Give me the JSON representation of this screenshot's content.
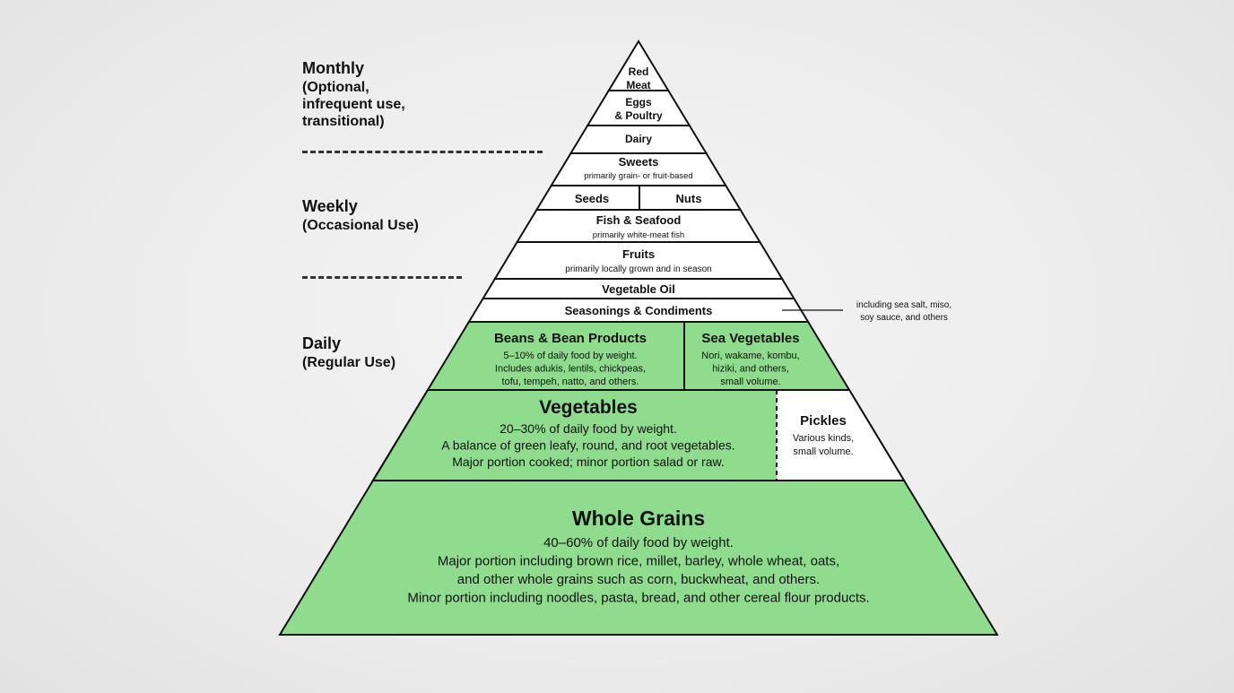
{
  "frequency_labels": {
    "monthly": {
      "title": "Monthly",
      "sub": "(Optional,\ninfrequent use,\ntransitional)"
    },
    "weekly": {
      "title": "Weekly",
      "sub": "(Occasional Use)"
    },
    "daily": {
      "title": "Daily",
      "sub": "(Regular Use)"
    }
  },
  "colors": {
    "green": "#8fdc8f",
    "white": "#ffffff",
    "outline": "#111111"
  },
  "tiers": {
    "red_meat": {
      "title": "Red\nMeat"
    },
    "eggs_poultry": {
      "title": "Eggs\n& Poultry"
    },
    "dairy": {
      "title": "Dairy"
    },
    "sweets": {
      "title": "Sweets",
      "note": "primarily grain- or fruit-based"
    },
    "seeds": {
      "title": "Seeds"
    },
    "nuts": {
      "title": "Nuts"
    },
    "fish": {
      "title": "Fish & Seafood",
      "note": "primarily white-meat fish"
    },
    "fruits": {
      "title": "Fruits",
      "note": "primarily locally grown and in season"
    },
    "oil": {
      "title": "Vegetable Oil"
    },
    "seasonings": {
      "title": "Seasonings & Condiments",
      "callout": "including sea salt, miso,\nsoy sauce, and others"
    },
    "beans": {
      "title": "Beans & Bean Products",
      "lines": [
        "5–10% of daily food by weight.",
        "Includes adukis, lentils, chickpeas,",
        "tofu, tempeh, natto, and others."
      ]
    },
    "sea_veg": {
      "title": "Sea Vegetables",
      "lines": [
        "Nori, wakame, kombu,",
        "hiziki, and others,",
        "small volume."
      ]
    },
    "vegetables": {
      "title": "Vegetables",
      "lines": [
        "20–30% of daily food by weight.",
        "A balance of green leafy, round, and root vegetables.",
        "Major portion cooked; minor portion salad or raw."
      ]
    },
    "pickles": {
      "title": "Pickles",
      "lines": [
        "Various kinds,",
        "small volume."
      ]
    },
    "grains": {
      "title": "Whole Grains",
      "lines": [
        "40–60% of daily food by weight.",
        "Major portion including brown rice, millet, barley, whole wheat, oats,",
        "and other whole grains such as corn, buckwheat, and others.",
        "Minor portion including noodles, pasta, bread, and other cereal flour products."
      ]
    }
  }
}
